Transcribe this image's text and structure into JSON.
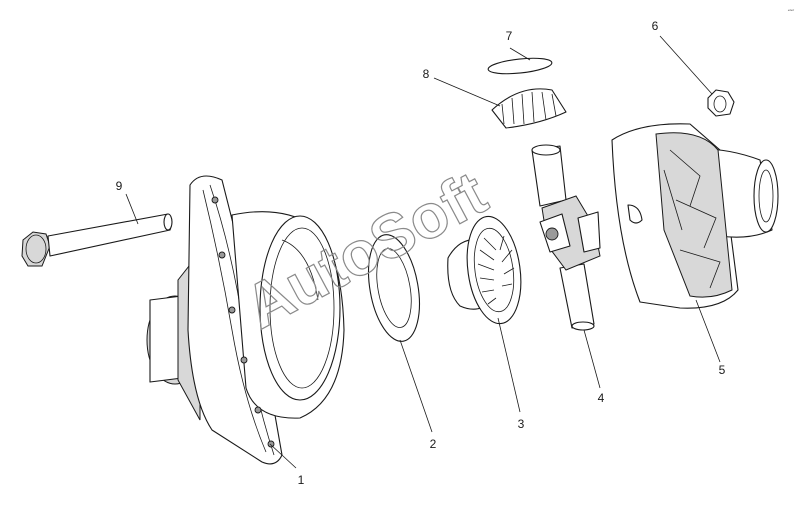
{
  "diagram": {
    "watermark": "AutoSoft",
    "corner_mark": "˶˶",
    "callouts": [
      {
        "label": "1",
        "part": "differential-housing"
      },
      {
        "label": "2",
        "part": "thrust-washer"
      },
      {
        "label": "3",
        "part": "side-gear"
      },
      {
        "label": "4",
        "part": "spider-cross"
      },
      {
        "label": "5",
        "part": "differential-cup"
      },
      {
        "label": "6",
        "part": "nut"
      },
      {
        "label": "7",
        "part": "pinion-washer"
      },
      {
        "label": "8",
        "part": "pinion-gear"
      },
      {
        "label": "9",
        "part": "bolt"
      }
    ]
  }
}
